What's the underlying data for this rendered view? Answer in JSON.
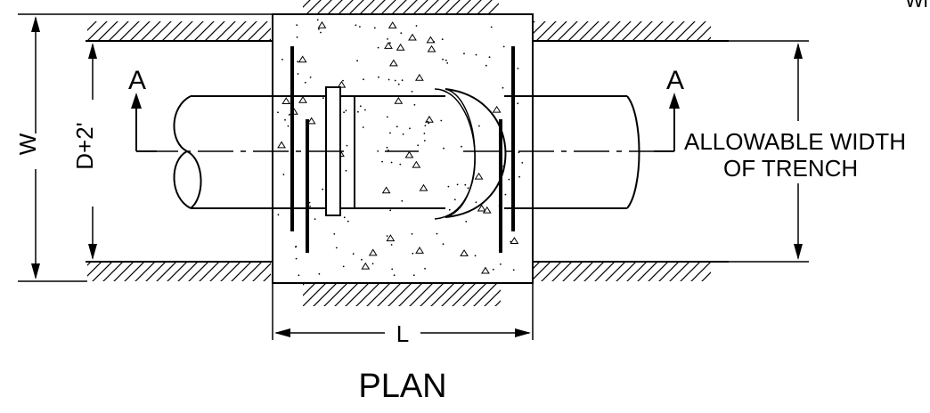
{
  "labels": {
    "section_left": "A",
    "section_right": "A",
    "width_dim": "W",
    "trench_dim": "D+2'",
    "length_dim": "L",
    "allowable_line1": "ALLOWABLE WIDTH",
    "allowable_line2": "OF TRENCH",
    "view_title": "PLAN",
    "corner_cut": "Wi"
  },
  "colors": {
    "line": "#000000",
    "background": "#ffffff"
  }
}
